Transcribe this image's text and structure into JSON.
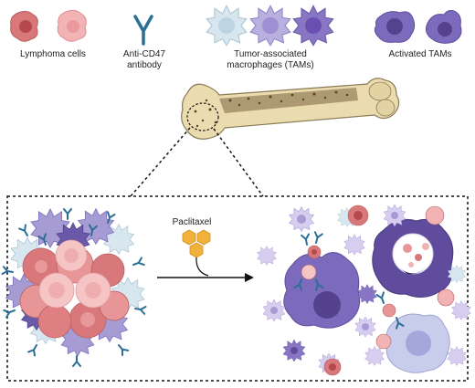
{
  "legend": {
    "lymphoma": "Lymphoma cells",
    "antibody_line1": "Anti-CD47",
    "antibody_line2": "antibody",
    "tam_line1": "Tumor-associated",
    "tam_line2": "macrophages (TAMs)",
    "activated": "Activated TAMs"
  },
  "treatment": {
    "drug": "Paclitaxel"
  },
  "colors": {
    "lymphoma": "#d9787a",
    "lymphoma_light": "#f2b3b4",
    "antibody": "#2b6f96",
    "tam_light": "#d8e6ef",
    "tam_purple": "#a79bd3",
    "tam_dark": "#6a58a8",
    "activated": "#5f4c9c",
    "bone": "#ebdcb0",
    "paclitaxel": "#f0b23a"
  },
  "icons": [
    "lymphoma-cell-icon",
    "antibody-icon",
    "macrophage-icon",
    "activated-macrophage-icon",
    "bone-icon",
    "paclitaxel-molecule-icon"
  ]
}
